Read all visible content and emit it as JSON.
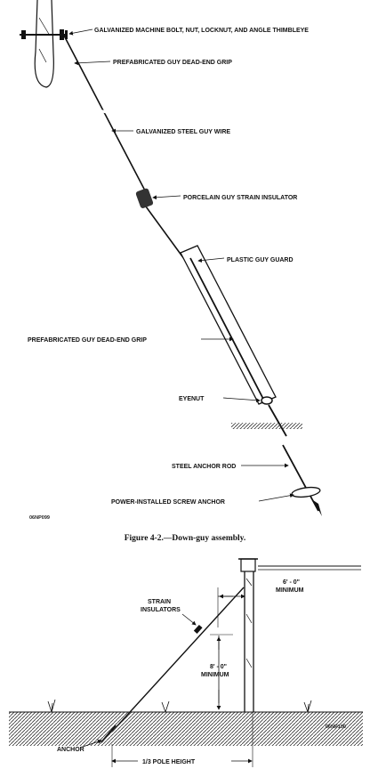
{
  "figure_top": {
    "labels": {
      "bolt": "GALVANIZED MACHINE BOLT, NUT, LOCKNUT, AND ANGLE THIMBLEYE",
      "top_grip": "PREFABRICATED GUY DEAD-END GRIP",
      "guy_wire": "GALVANIZED STEEL GUY WIRE",
      "insulator": "PORCELAIN GUY STRAIN INSULATOR",
      "guy_guard": "PLASTIC GUY GUARD",
      "bottom_grip": "PREFABRICATED GUY DEAD-END GRIP",
      "eyenut": "EYENUT",
      "anchor_rod": "STEEL ANCHOR ROD",
      "screw_anchor": "POWER-INSTALLED SCREW ANCHOR"
    },
    "code": "06NP099",
    "caption": "Figure 4-2.—Down-guy assembly."
  },
  "figure_bottom": {
    "labels": {
      "strain_line1": "STRAIN",
      "strain_line2": "INSULATORS",
      "dim_6ft": "6' - 0\"",
      "dim_8ft": "8' - 0\"",
      "minimum": "MINIMUM",
      "anchor": "ANCHOR",
      "pole_height": "1/3 POLE HEIGHT"
    },
    "code": "06NP100"
  }
}
